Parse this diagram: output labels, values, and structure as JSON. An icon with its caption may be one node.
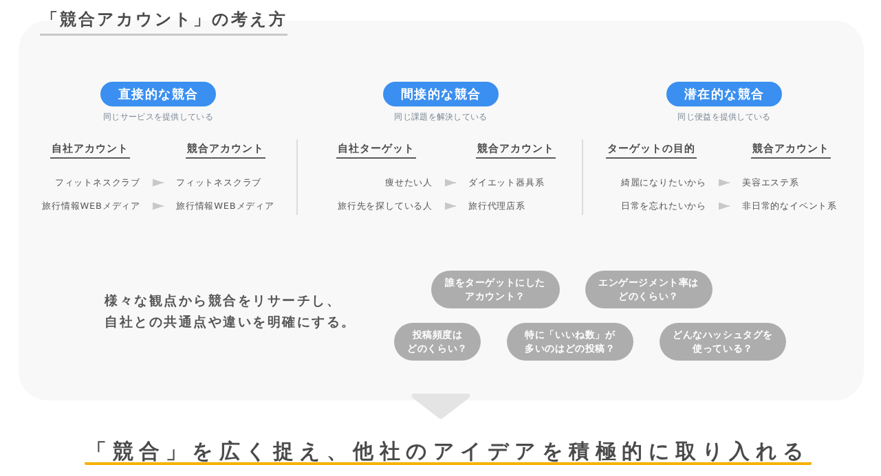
{
  "diagram": {
    "title": "「競合アカウント」の考え方",
    "nodes": [
      {
        "text": [],
        "shape": "box"
      },
      {
        "text": [
          "直接的な競合"
        ],
        "in": 0,
        "beside": [
          "同じサービスを提供している"
        ]
      },
      {
        "text": [
          "間接的な競合"
        ],
        "in": 0,
        "beside": [
          "同じ課題を解決している"
        ]
      },
      {
        "text": [
          "潜在的な競合"
        ],
        "in": 0,
        "beside": [
          "同じ便益を提供している"
        ]
      },
      {
        "text": [
          "フィットネスクラブ"
        ],
        "in": 0
      },
      {
        "text": [
          "フィットネスクラブ"
        ],
        "in": 0
      },
      {
        "text": [
          "旅行情報WEBメディア"
        ],
        "in": 0
      },
      {
        "text": [
          "旅行情報WEBメディア"
        ],
        "in": 0
      },
      {
        "text": [
          "痩せたい人"
        ],
        "in": 0
      },
      {
        "text": [
          "ダイエット器具系"
        ],
        "in": 0
      },
      {
        "text": [
          "旅行先を探している人"
        ],
        "in": 0
      },
      {
        "text": [
          "旅行代理店系"
        ],
        "in": 0
      },
      {
        "text": [
          "綺麗になりたいから"
        ],
        "in": 0
      },
      {
        "text": [
          "美容エステ系"
        ],
        "in": 0
      },
      {
        "text": [
          "日常を忘れたいから"
        ],
        "in": 0
      },
      {
        "text": [
          "非日常的なイベント系"
        ],
        "in": 0
      },
      {
        "text": [
          "誰をターゲットにしたアカウント？"
        ],
        "in": 0
      },
      {
        "text": [
          "エンゲージメント率はどのくらい？"
        ],
        "in": 0
      },
      {
        "text": [
          "投稿頻度はどのくらい？"
        ],
        "in": 0
      },
      {
        "text": [
          "特に「いいね数」が多いのはどの投稿？"
        ],
        "in": 0
      },
      {
        "text": [
          "どんなハッシュタグを使っている？"
        ],
        "in": 0
      },
      {
        "text": [
          "「競合」を広く捉え、他社のアイデアを積極的に取り入れる"
        ]
      }
    ],
    "edges": [
      {
        "from": 4,
        "to": 5,
        "arrow": "to"
      },
      {
        "from": 6,
        "to": 7,
        "arrow": "to"
      },
      {
        "from": 8,
        "to": 9,
        "arrow": "to"
      },
      {
        "from": 10,
        "to": 11,
        "arrow": "to"
      },
      {
        "from": 12,
        "to": 13,
        "arrow": "to"
      },
      {
        "from": 14,
        "to": 15,
        "arrow": "to"
      },
      {
        "from": 0,
        "to": 21,
        "arrow": "to",
        "color": "#e4e4e4"
      }
    ],
    "labels": [
      "自社アカウント",
      "競合アカウント",
      "自社ターゲット",
      "競合アカウント",
      "ターゲットの目的",
      "競合アカウント",
      "様々な観点から競合をリサーチし、自社との共通点や違いを明確にする。"
    ]
  }
}
